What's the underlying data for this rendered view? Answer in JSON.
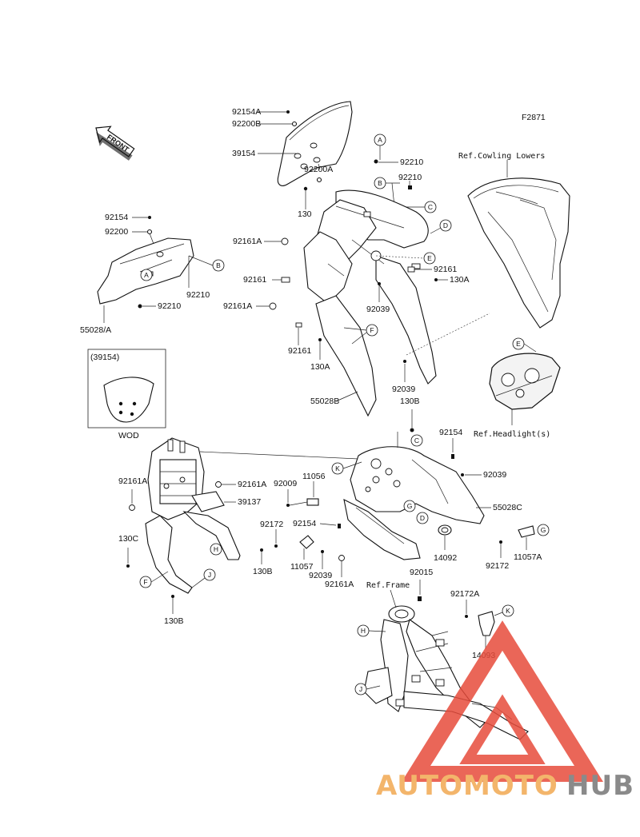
{
  "figure_code": "F2871",
  "front_label": "FRONT",
  "inset": {
    "title": "(39154)",
    "caption": "WOD"
  },
  "refs": {
    "cowling_lowers": "Ref.Cowling Lowers",
    "headlight": "Ref.Headlight(s)",
    "frame": "Ref.Frame"
  },
  "parts": {
    "p92154A_top": "92154A",
    "p92200B": "92200B",
    "p39154": "39154",
    "p92200A": "92200A",
    "p92210_a": "92210",
    "p92210_b": "92210",
    "p130_a": "130",
    "p92154_l": "92154",
    "p92200_l": "92200",
    "p92210_l1": "92210",
    "p92210_l2": "92210",
    "p55028A": "55028/A",
    "p92161A_a": "92161A",
    "p92161_a": "92161",
    "p92161A_b": "92161A",
    "p92161_b": "92161",
    "p92161_c": "92161",
    "p130A_a": "130A",
    "p130A_b": "130A",
    "p92039_a": "92039",
    "p92039_b": "92039",
    "p130B_a": "130B",
    "p55028B": "55028B",
    "p92154_m": "92154",
    "p92161A_c": "92161A",
    "p92161A_d": "92161A",
    "p39137": "39137",
    "p92009": "92009",
    "p11056": "11056",
    "p92039_c": "92039",
    "p55028C": "55028C",
    "p92172_a": "92172",
    "p92154_n": "92154",
    "p130C": "130C",
    "p130B_b": "130B",
    "p11057": "11057",
    "p92039_d": "92039",
    "p92161A_e": "92161A",
    "p14092": "14092",
    "p92172_b": "92172",
    "p11057A": "11057A",
    "p130B_c": "130B",
    "p92015": "92015",
    "p92172A": "92172A",
    "p14093": "14093"
  },
  "callouts": {
    "A1": "A",
    "A2": "A",
    "B1": "B",
    "B2": "B",
    "C1": "C",
    "C2": "C",
    "D1": "D",
    "D2": "D",
    "E1": "E",
    "E2": "E",
    "F1": "F",
    "F2": "F",
    "G1": "G",
    "G2": "G",
    "H1": "H",
    "H2": "H",
    "J1": "J",
    "J2": "J",
    "K1": "K",
    "K2": "K"
  },
  "watermark": {
    "part1": "AUTOMOTO",
    "part2": "HUB"
  },
  "colors": {
    "watermark_red": "#e74c3c",
    "watermark_orange": "#f3b56b",
    "watermark_gray": "#8a8a8a"
  }
}
